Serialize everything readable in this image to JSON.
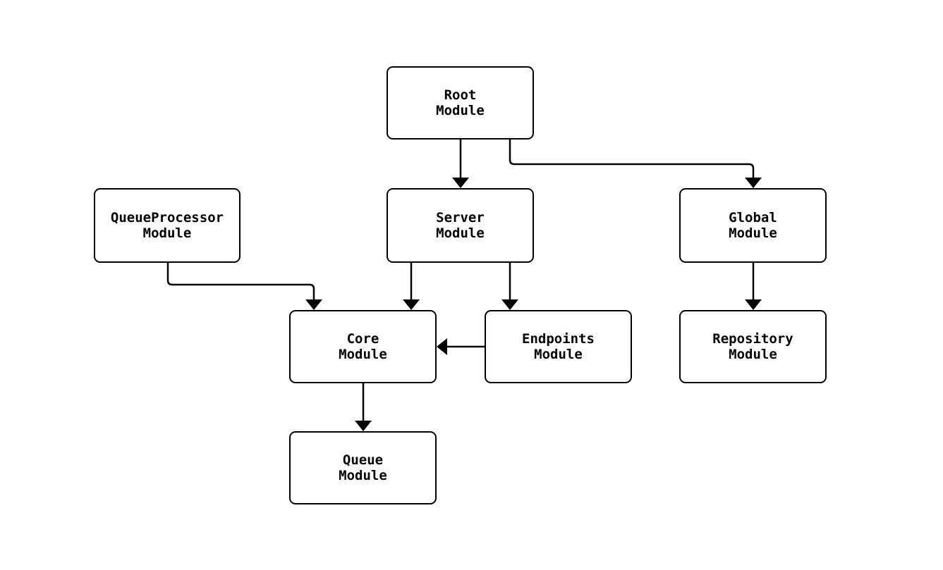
{
  "diagram": {
    "type": "module-dependency-graph",
    "colors": {
      "background": "#ffffff",
      "node_fill": "#ffffff",
      "node_border": "#000000",
      "edge": "#000000",
      "text": "#000000"
    },
    "nodes": [
      {
        "id": "root-module",
        "line1": "Root",
        "line2": "Module"
      },
      {
        "id": "queue-processor-module",
        "line1": "QueueProcessor",
        "line2": "Module"
      },
      {
        "id": "server-module",
        "line1": "Server",
        "line2": "Module"
      },
      {
        "id": "global-module",
        "line1": "Global",
        "line2": "Module"
      },
      {
        "id": "core-module",
        "line1": "Core",
        "line2": "Module"
      },
      {
        "id": "endpoints-module",
        "line1": "Endpoints",
        "line2": "Module"
      },
      {
        "id": "repository-module",
        "line1": "Repository",
        "line2": "Module"
      },
      {
        "id": "queue-module",
        "line1": "Queue",
        "line2": "Module"
      }
    ],
    "edges": [
      {
        "from": "root-module",
        "to": "server-module"
      },
      {
        "from": "root-module",
        "to": "global-module"
      },
      {
        "from": "queue-processor-module",
        "to": "core-module"
      },
      {
        "from": "server-module",
        "to": "core-module"
      },
      {
        "from": "server-module",
        "to": "endpoints-module"
      },
      {
        "from": "endpoints-module",
        "to": "core-module"
      },
      {
        "from": "global-module",
        "to": "repository-module"
      },
      {
        "from": "core-module",
        "to": "queue-module"
      }
    ]
  }
}
